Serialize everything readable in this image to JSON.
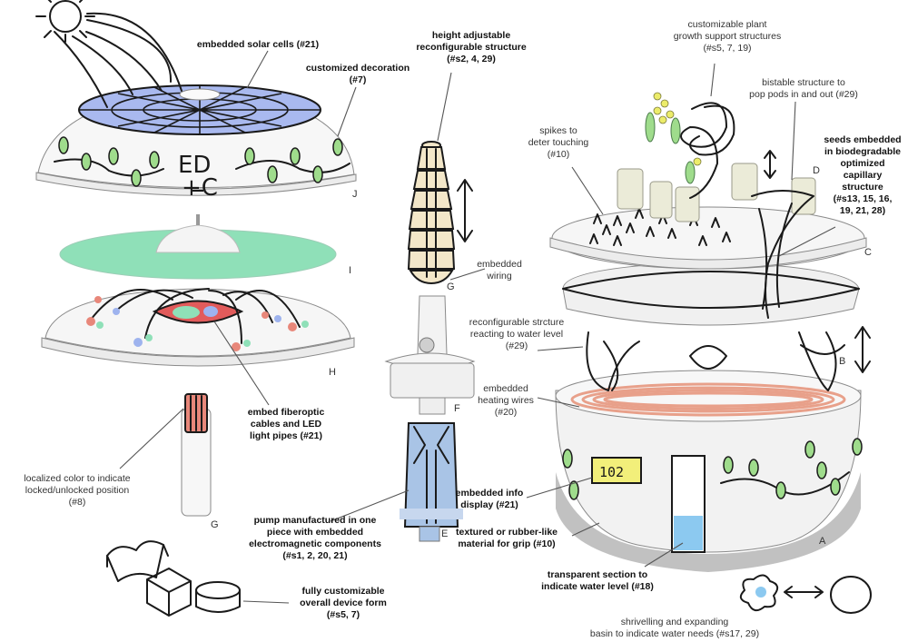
{
  "labels": {
    "solar": [
      "embedded solar cells (#21)"
    ],
    "decoration": [
      "customized decoration",
      "(#7)"
    ],
    "height": [
      "height adjustable",
      "reconfigurable structure",
      "(#s2, 4, 29)"
    ],
    "plant_support": [
      "customizable plant",
      "growth support structures",
      "(#s5, 7, 19)"
    ],
    "bistable": [
      "bistable structure to",
      "pop pods in and out (#29)"
    ],
    "spikes": [
      "spikes to",
      "deter touching",
      "(#10)"
    ],
    "seeds": [
      "seeds embedded",
      "in biodegradable",
      "optimized",
      "capillary",
      "structure",
      "(#s13, 15, 16,",
      "19, 21, 28)"
    ],
    "wiring": [
      "embedded",
      "wiring"
    ],
    "reconfig_water": [
      "reconfigurable strcture",
      "reacting to water level",
      "(#29)"
    ],
    "heating": [
      "embedded",
      "heating wires",
      "(#20)"
    ],
    "fiberoptic": [
      "embed fiberoptic",
      "cables and LED",
      "light pipes (#21)"
    ],
    "localized": [
      "localized color to indicate",
      "locked/unlocked position",
      "(#8)"
    ],
    "info_display": [
      "embedded info",
      "display (#21)"
    ],
    "pump": [
      "pump manufactured in one",
      "piece with embedded",
      "electromagnetic components",
      "(#s1, 2, 20, 21)"
    ],
    "textured": [
      "textured or rubber-like",
      "material for grip (#10)"
    ],
    "transparent": [
      "transparent section to",
      "indicate water level (#18)"
    ],
    "form": [
      "fully customizable",
      "overall device form",
      "(#s5, 7)"
    ],
    "basin": [
      "shrivelling and expanding",
      "basin to indicate water needs (#s17, 29)"
    ]
  },
  "lid_text": [
    "ED",
    "+C"
  ],
  "display_text": "102",
  "parts": {
    "A": "A",
    "B": "B",
    "C": "C",
    "D": "D",
    "E": "E",
    "F": "F",
    "G_top": "G",
    "G_bottom": "G",
    "H": "H",
    "I": "I",
    "J": "J"
  },
  "colors": {
    "solar_panel": "#a9b9ef",
    "green_disk": "#8fe0b8",
    "leaf": "#9fdc8c",
    "heating": "#e8a08a",
    "pump": "#a9c4e6",
    "red_tip": "#e8877a",
    "water": "#8cc9f0",
    "sun": "#fde8a0",
    "display": "#f2ef7a",
    "flower": "#ecec6a"
  }
}
